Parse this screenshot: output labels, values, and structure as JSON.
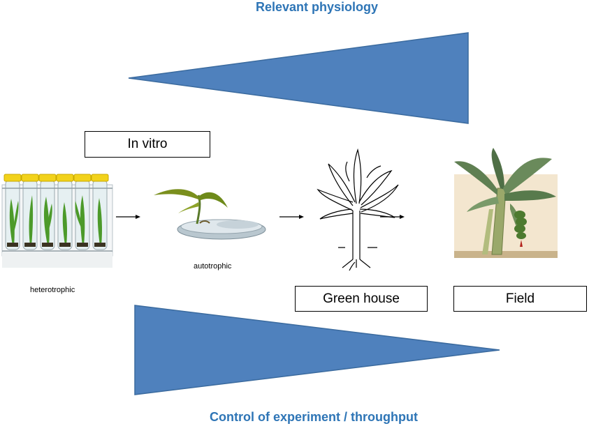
{
  "top_axis": {
    "label": "Relevant physiology"
  },
  "bottom_axis": {
    "label": "Control of experiment / throughput"
  },
  "stages": {
    "in_vitro": "In vitro",
    "green_house": "Green house",
    "field": "Field"
  },
  "sublabels": {
    "heterotrophic": "heterotrophic",
    "autotrophic": "autotrophic"
  },
  "colors": {
    "wedge_fill": "#4f81bd",
    "wedge_stroke": "#3a6a9e",
    "title_text": "#2e75b6"
  }
}
